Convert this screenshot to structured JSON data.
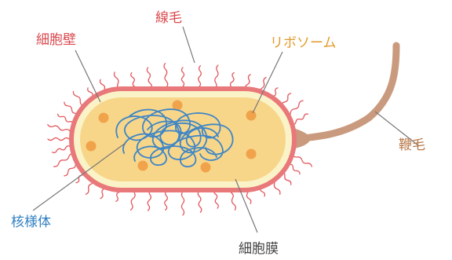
{
  "labels": {
    "cell_wall": {
      "text": "細胞壁",
      "color": "#d94a4f"
    },
    "pili": {
      "text": "線毛",
      "color": "#d94a4f"
    },
    "ribosome": {
      "text": "リボソーム",
      "color": "#e29a2a"
    },
    "flagellum": {
      "text": "鞭毛",
      "color": "#b97a4a"
    },
    "nucleoid": {
      "text": "核様体",
      "color": "#2f7fc1"
    },
    "cell_membrane": {
      "text": "細胞膜",
      "color": "#444444"
    }
  },
  "colors": {
    "cell_wall": "#e9787a",
    "cytoplasm": "#f7d68a",
    "membrane": "#fbf3c8",
    "ribosome": "#f0a34a",
    "nucleoid": "#3f86c6",
    "pili": "#e25a5f",
    "flagellum": "#d2a080",
    "leader": "#777777"
  }
}
